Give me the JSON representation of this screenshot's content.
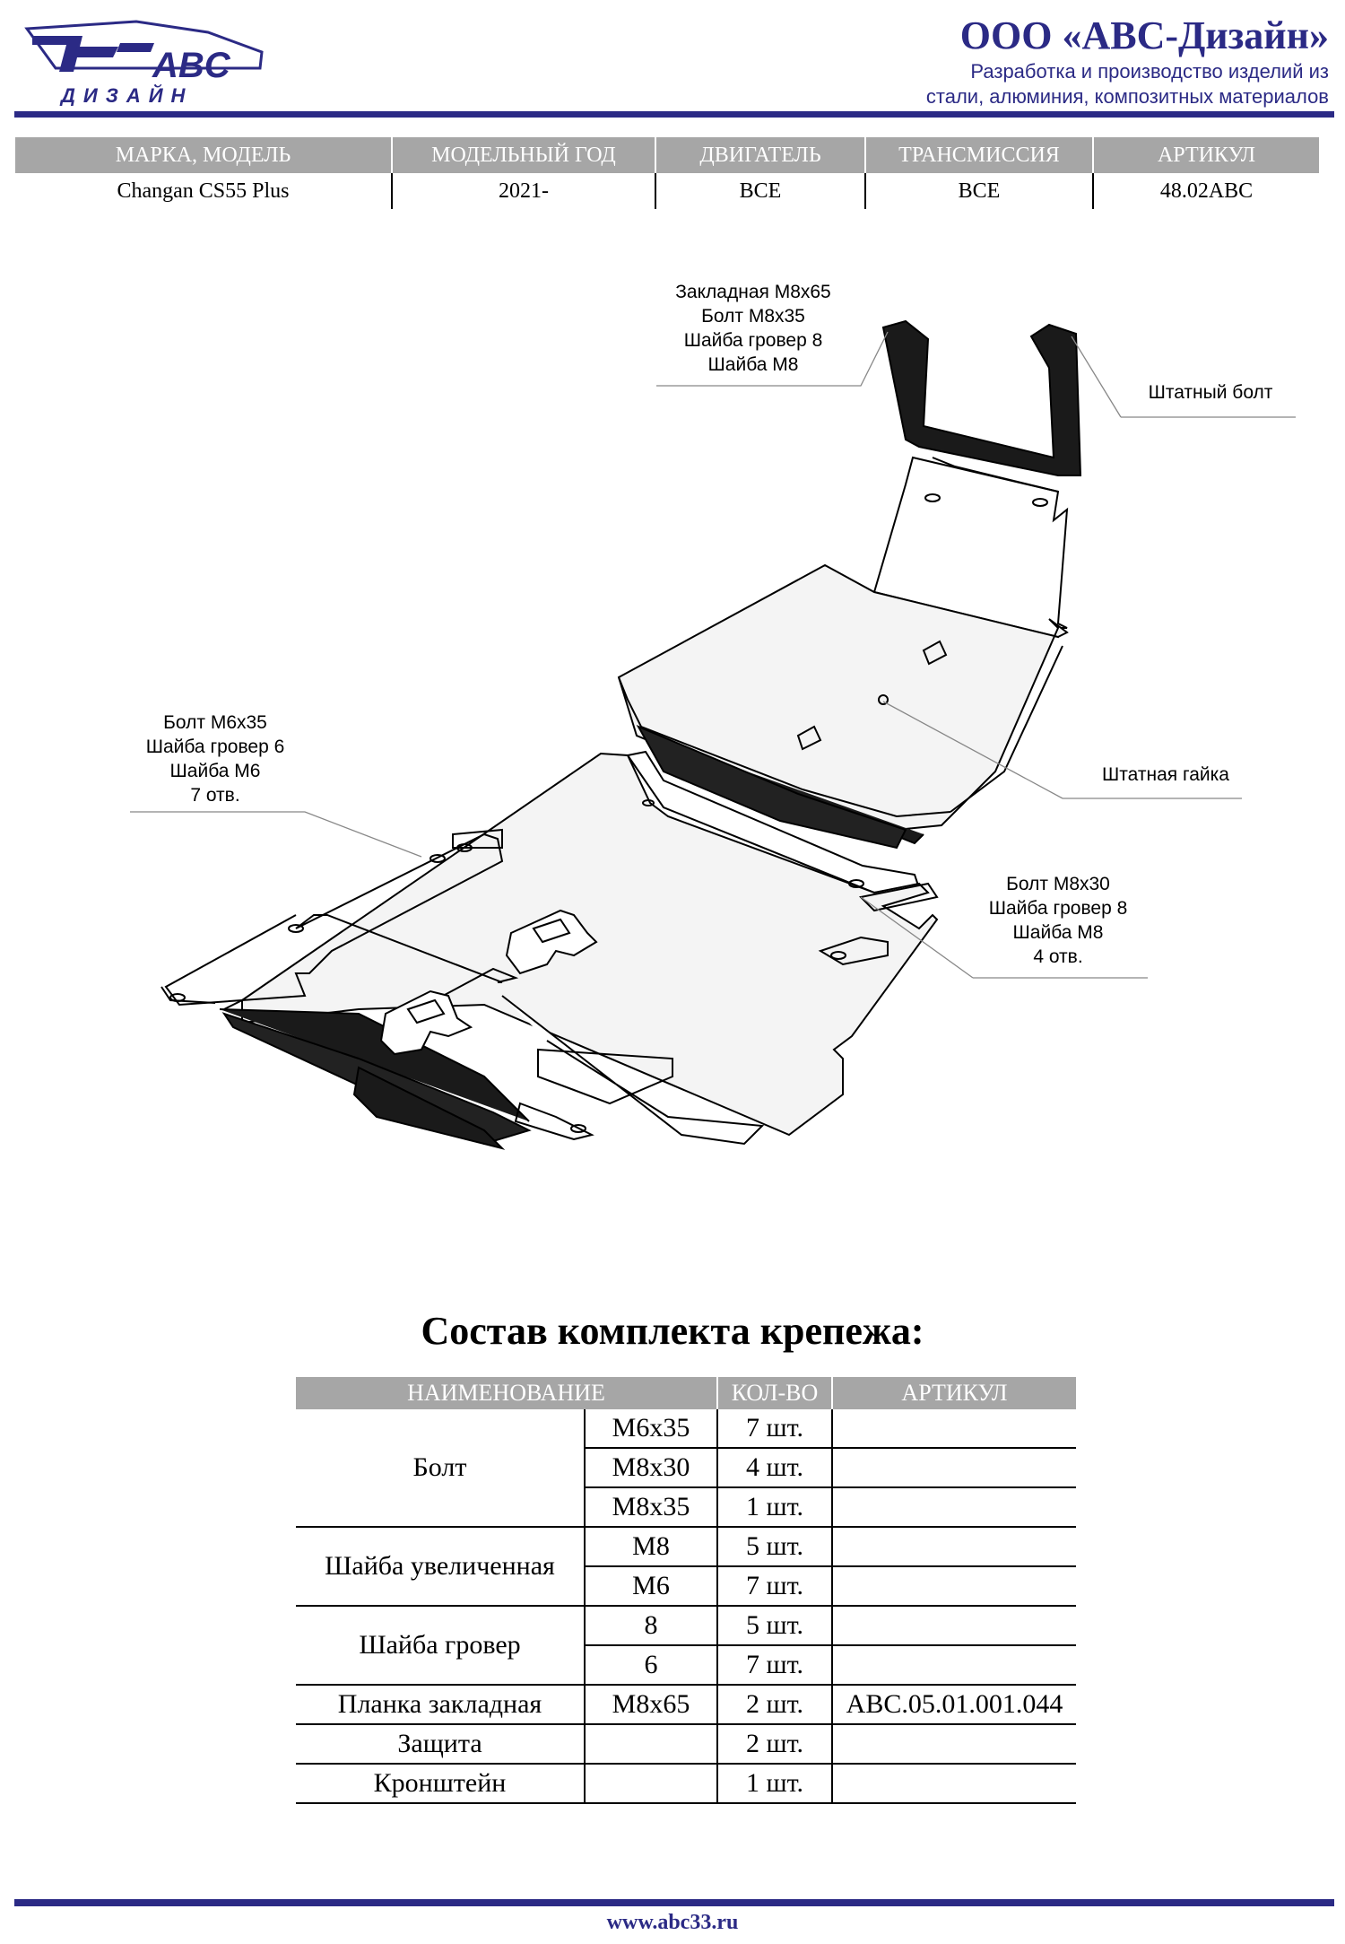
{
  "header": {
    "logo_text_top": "ABC",
    "logo_text_bottom": "ДИЗАЙН",
    "company_name": "ООО «АВС-Дизайн»",
    "company_desc_line1": "Разработка и производство изделий из",
    "company_desc_line2": "стали, алюминия, композитных материалов"
  },
  "spec_table": {
    "headers": [
      "МАРКА, МОДЕЛЬ",
      "МОДЕЛЬНЫЙ ГОД",
      "ДВИГАТЕЛЬ",
      "ТРАНСМИССИЯ",
      "АРТИКУЛ"
    ],
    "row": [
      "Changan CS55 Plus",
      "2021-",
      "ВСЕ",
      "ВСЕ",
      "48.02ABC"
    ]
  },
  "drawing": {
    "callout_top_left": [
      "Закладная М8х65",
      "Болт М8х35",
      "Шайба гровер 8",
      "Шайба М8"
    ],
    "callout_top_right": [
      "Штатный болт"
    ],
    "callout_left": [
      "Болт М6х35",
      "Шайба гровер 6",
      "Шайба М6",
      "7 отв."
    ],
    "callout_nut": [
      "Штатная гайка"
    ],
    "callout_right": [
      "Болт М8х30",
      "Шайба гровер 8",
      "Шайба М8",
      "4 отв."
    ]
  },
  "kit": {
    "title": "Состав комплекта крепежа:",
    "headers": [
      "НАИМЕНОВАНИЕ",
      "КОЛ-ВО",
      "АРТИКУЛ"
    ],
    "rows": [
      {
        "name": "Болт",
        "size": "М6х35",
        "qty": "7 шт.",
        "art": ""
      },
      {
        "name": "",
        "size": "М8х30",
        "qty": "4 шт.",
        "art": ""
      },
      {
        "name": "",
        "size": "М8х35",
        "qty": "1 шт.",
        "art": ""
      },
      {
        "name": "Шайба увеличенная",
        "size": "М8",
        "qty": "5 шт.",
        "art": ""
      },
      {
        "name": "",
        "size": "М6",
        "qty": "7 шт.",
        "art": ""
      },
      {
        "name": "Шайба гровер",
        "size": "8",
        "qty": "5 шт.",
        "art": ""
      },
      {
        "name": "",
        "size": "6",
        "qty": "7 шт.",
        "art": ""
      },
      {
        "name": "Планка закладная",
        "size": "М8х65",
        "qty": "2 шт.",
        "art": "ABC.05.01.001.044"
      },
      {
        "name": "Защита",
        "size": "",
        "qty": "2 шт.",
        "art": ""
      },
      {
        "name": "Кронштейн",
        "size": "",
        "qty": "1 шт.",
        "art": ""
      }
    ]
  },
  "footer": {
    "url": "www.abc33.ru"
  },
  "colors": {
    "brand": "#2b2a85",
    "header_gray": "#a6a6a6"
  }
}
